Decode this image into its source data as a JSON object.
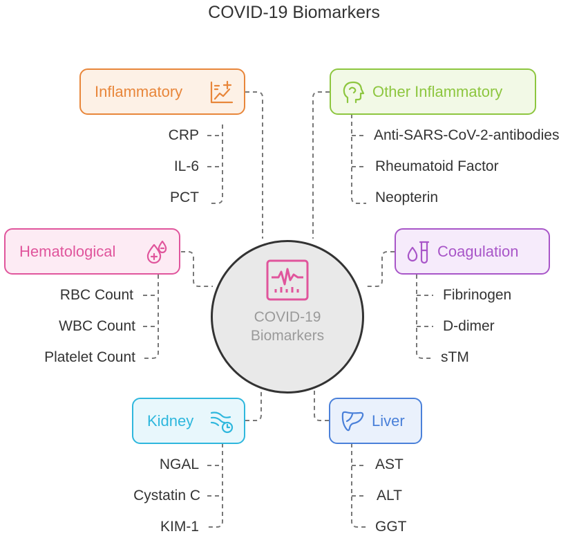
{
  "title": "COVID-19 Biomarkers",
  "center": {
    "line1": "COVID-19",
    "line2": "Biomarkers",
    "icon": "heart-monitor-icon"
  },
  "groups": {
    "inflammatory": {
      "label": "Inflammatory",
      "icon": "chart-plus-icon",
      "color": "#e8863a",
      "fill": "#fdf1e6",
      "items": [
        "CRP",
        "IL-6",
        "PCT"
      ]
    },
    "other_inflammatory": {
      "label": "Other Inflammatory",
      "icon": "head-profile-icon",
      "color": "#8dc63f",
      "fill": "#f2f9e6",
      "items": [
        "Anti-SARS-CoV-2-antibodies",
        "Rheumatoid Factor",
        "Neopterin"
      ]
    },
    "hematological": {
      "label": "Hematological",
      "icon": "blood-drops-icon",
      "color": "#e0559c",
      "fill": "#fdebf4",
      "items": [
        "RBC Count",
        "WBC Count",
        "Platelet Count"
      ]
    },
    "coagulation": {
      "label": "Coagulation",
      "icon": "drop-test-tube-icon",
      "color": "#a855c8",
      "fill": "#f6ebfb",
      "items": [
        "Fibrinogen",
        "D-dimer",
        "sTM"
      ]
    },
    "kidney": {
      "label": "Kidney",
      "icon": "kidney-flow-icon",
      "color": "#2eb7dd",
      "fill": "#e8f7fc",
      "items": [
        "NGAL",
        "Cystatin C",
        "KIM-1"
      ]
    },
    "liver": {
      "label": "Liver",
      "icon": "liver-icon",
      "color": "#4a80d9",
      "fill": "#eaf1fc",
      "items": [
        "AST",
        "ALT",
        "GGT"
      ]
    }
  }
}
